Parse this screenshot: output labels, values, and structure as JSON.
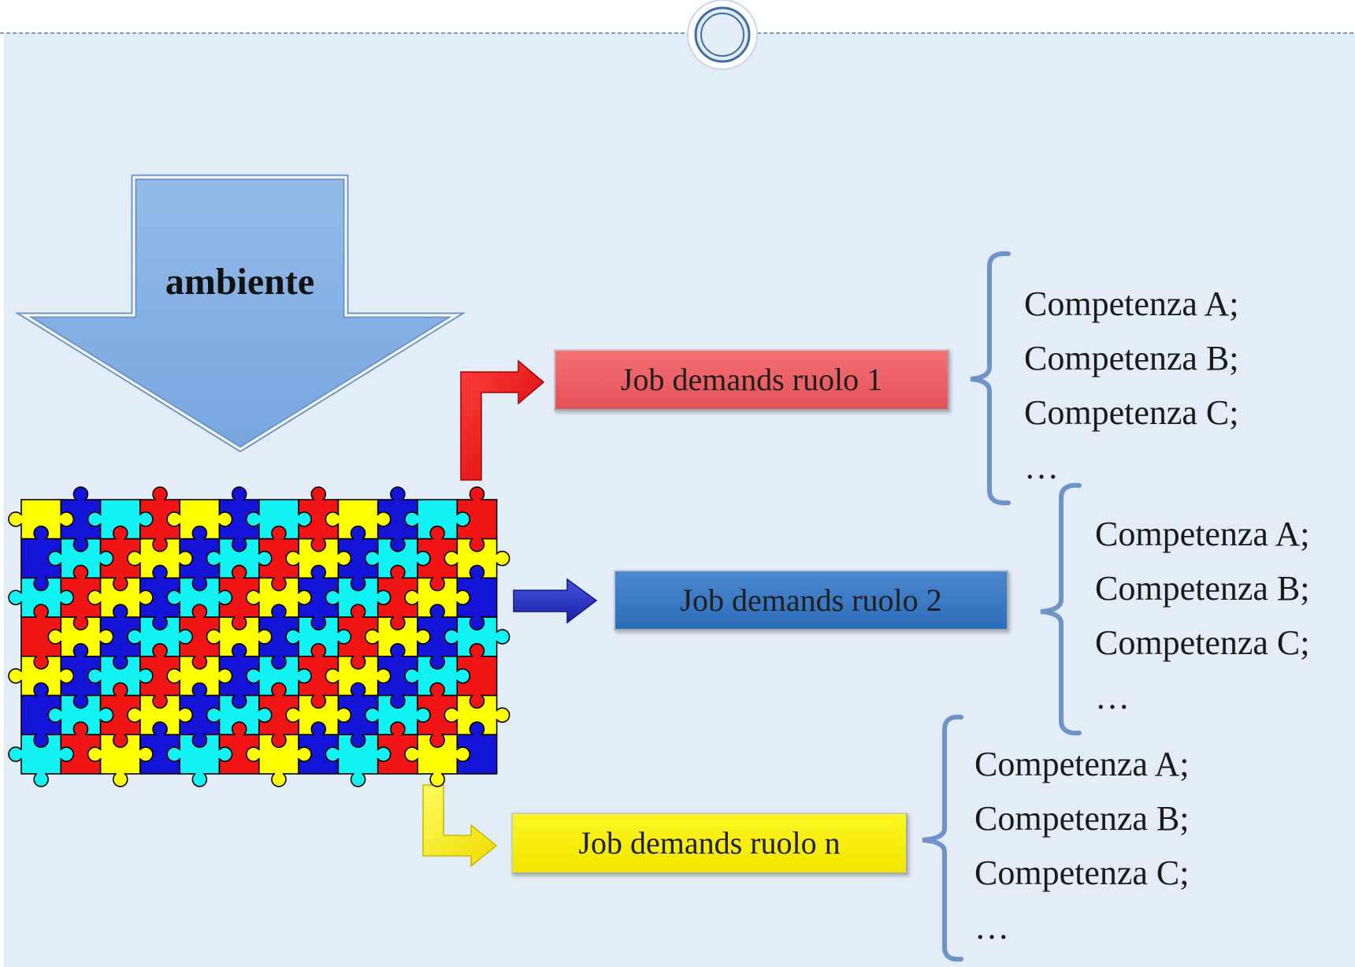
{
  "theme": {
    "background": "#E3EDF8",
    "divider_color": "#4A7EBB",
    "bracket_color": "#6D93C8"
  },
  "environment": {
    "label": "ambiente",
    "color": "#8AB2E2"
  },
  "roles": [
    {
      "label": "Job demands ruolo 1",
      "box_color": "#F2595D",
      "arrow_color": "#FF1A1A",
      "competencies": [
        "Competenza A;",
        "Competenza B;",
        "Competenza C;",
        "…"
      ]
    },
    {
      "label": "Job demands ruolo 2",
      "box_color": "#2F74C6",
      "arrow_color": "#1F2FC0",
      "competencies": [
        "Competenza A;",
        "Competenza B;",
        "Competenza C;",
        "…"
      ]
    },
    {
      "label": "Job demands ruolo n",
      "box_color": "#FFF400",
      "arrow_color": "#FFF000",
      "competencies": [
        "Competenza A;",
        "Competenza B;",
        "Competenza C;",
        "…"
      ]
    }
  ],
  "puzzle": {
    "palette": [
      "#FFFF00",
      "#1414D8",
      "#12F2F2",
      "#F01414"
    ]
  }
}
